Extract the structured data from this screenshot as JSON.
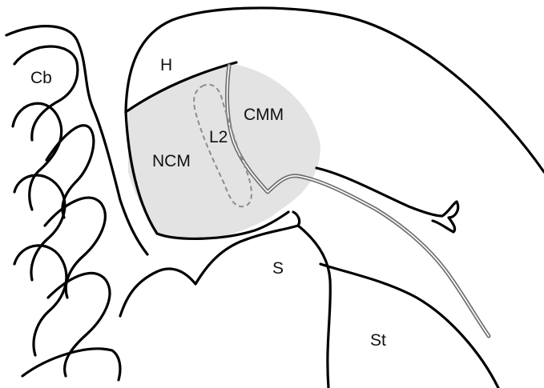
{
  "labels": {
    "cb": "Cb",
    "h": "H",
    "cmm": "CMM",
    "l2": "L2",
    "ncm": "NCM",
    "s": "S",
    "st": "St"
  },
  "colors": {
    "auditory_region_fill": "#e3e3e3",
    "outline": "#000000",
    "lamina": "#6f6f6f",
    "l2_dashed": "#8c8c8c"
  }
}
